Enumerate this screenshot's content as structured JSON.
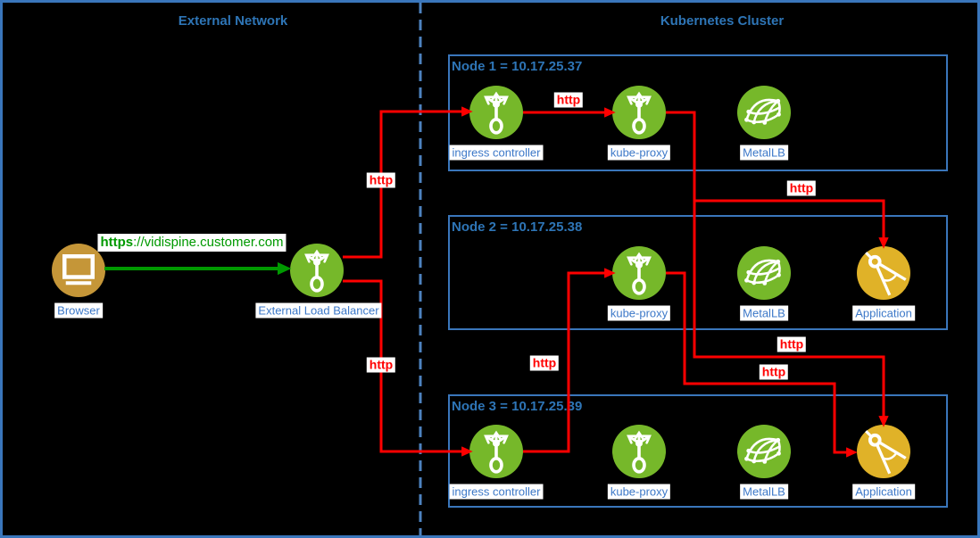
{
  "diagram": {
    "left_section_title": "External Network",
    "right_section_title": "Kubernetes Cluster"
  },
  "external": {
    "browser": {
      "label": "Browser"
    },
    "load_balancer": {
      "label": "External Load Balancer"
    },
    "request": {
      "scheme": "https",
      "rest": "://vidispine.customer.com"
    }
  },
  "labels": {
    "http": "http"
  },
  "nodes": [
    {
      "title": "Node 1 = 10.17.25.37",
      "components": [
        {
          "name": "ingress-controller",
          "label": "ingress controller"
        },
        {
          "name": "kube-proxy",
          "label": "kube-proxy"
        },
        {
          "name": "metallb",
          "label": "MetalLB"
        }
      ]
    },
    {
      "title": "Node 2 = 10.17.25.38",
      "components": [
        {
          "name": "kube-proxy",
          "label": "kube-proxy"
        },
        {
          "name": "metallb",
          "label": "MetalLB"
        },
        {
          "name": "application",
          "label": "Application"
        }
      ]
    },
    {
      "title": "Node 3 = 10.17.25.39",
      "components": [
        {
          "name": "ingress-controller",
          "label": "ingress controller"
        },
        {
          "name": "kube-proxy",
          "label": "kube-proxy"
        },
        {
          "name": "metallb",
          "label": "MetalLB"
        },
        {
          "name": "application",
          "label": "Application"
        }
      ]
    }
  ],
  "colors": {
    "flow_red": "#ff0000",
    "request_green": "#009900",
    "component_green": "#76b82a",
    "application_yellow": "#e0b228",
    "browser_tan": "#c59638",
    "border_blue": "#3a76bb",
    "title_blue": "#2e75b6",
    "label_blue": "#3c78c8"
  }
}
